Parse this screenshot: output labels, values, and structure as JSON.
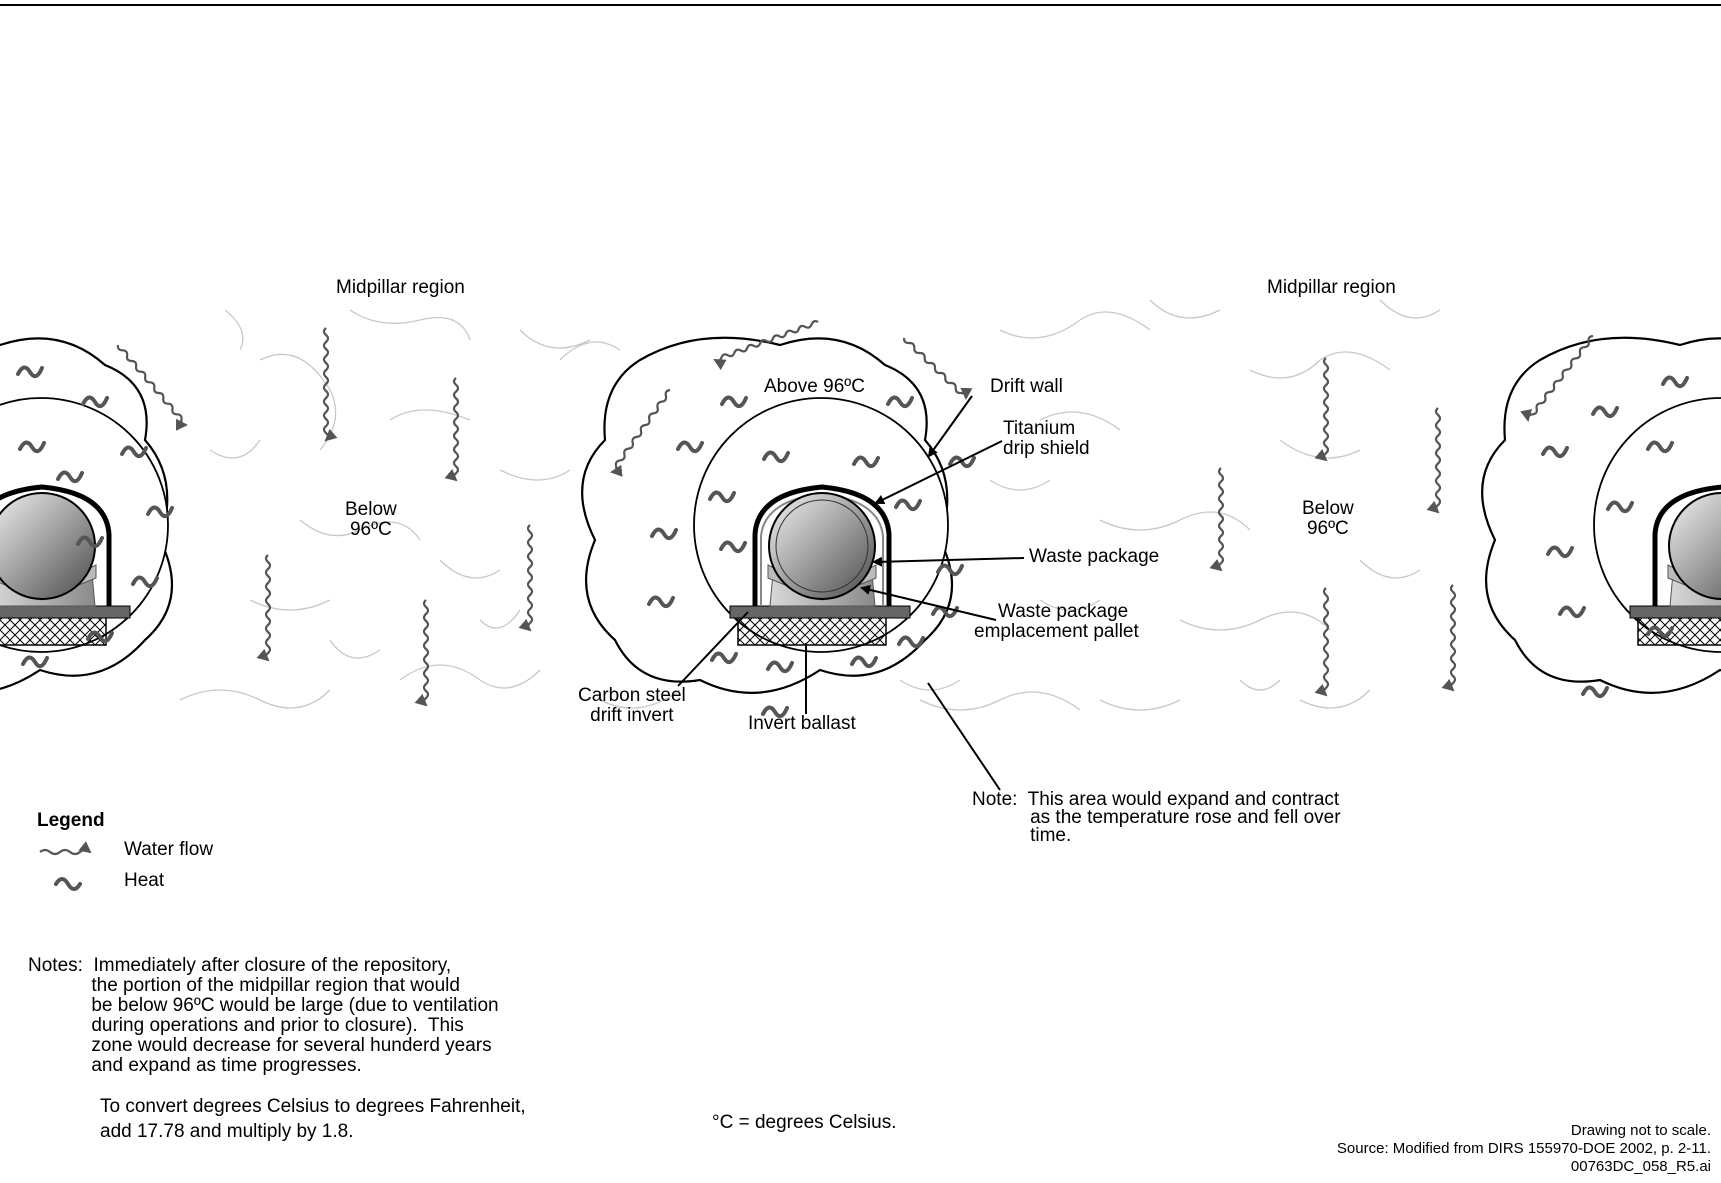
{
  "labels": {
    "midpillar_left": "Midpillar region",
    "midpillar_right": "Midpillar region",
    "below_left": "Below\n96ºC",
    "below_right": "Below\n96ºC",
    "above": "Above 96ºC",
    "drift_wall": "Drift wall",
    "titanium_drip_shield": "Titanium\ndrip shield",
    "waste_package": "Waste package",
    "emplacement_pallet": "Waste package\nemplacement pallet",
    "carbon_steel_invert": "Carbon steel\ndrift invert",
    "invert_ballast": "Invert ballast"
  },
  "area_note": "Note:  This area would expand and contract\n           as the temperature rose and fell over\n           time.",
  "legend": {
    "title": "Legend",
    "items": [
      {
        "icon": "water-flow-arrow-icon",
        "label": "Water flow"
      },
      {
        "icon": "heat-squiggle-icon",
        "label": "Heat"
      }
    ]
  },
  "notes": {
    "paragraph1": "Notes:  Immediately after closure of the repository,\n            the portion of the midpillar region that would\n            be below 96ºC would be large (due to ventilation\n            during operations and prior to closure).  This\n            zone would decrease for several hunderd years\n            and expand as time progresses.",
    "paragraph2": "To convert degrees Celsius to degrees Fahrenheit,\nadd 17.78 and multiply by 1.8."
  },
  "celsius_note": "°C = degrees Celsius.",
  "footer": {
    "scale": "Drawing not to scale.",
    "source": "Source:  Modified from DIRS 155970-DOE 2002, p. 2-11.",
    "file_id": "00763DC_058_R5.ai"
  },
  "colors": {
    "water_arrow": "#555555",
    "heat": "#555555",
    "rock_fracture": "#c8c8c8",
    "pallet": "#666666"
  }
}
